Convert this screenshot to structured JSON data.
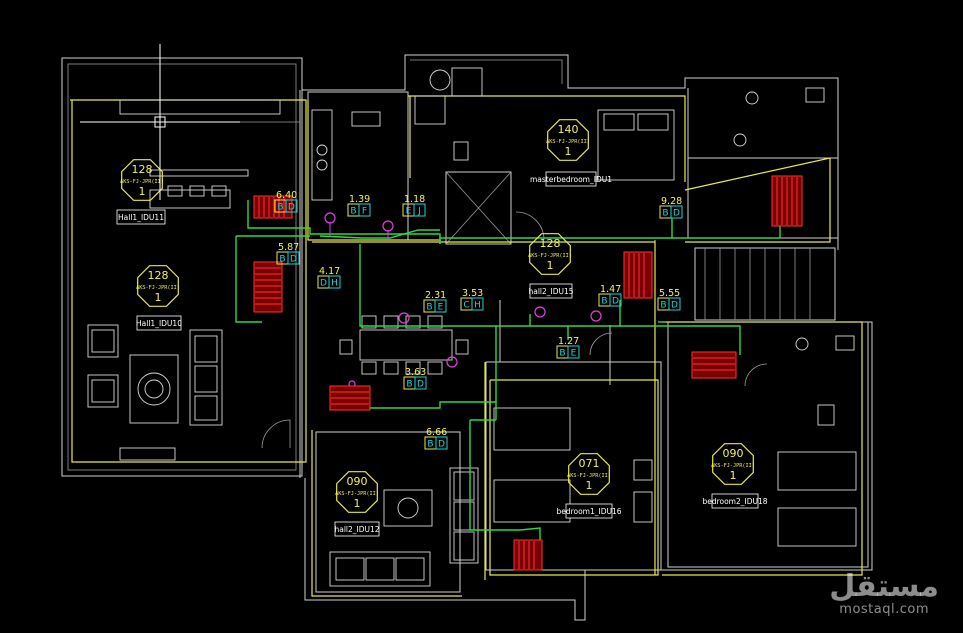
{
  "units": [
    {
      "id": "u1",
      "capacity": "128",
      "ref": "AKS-FJ-JPR(II)",
      "count": "1",
      "label": "Hall1_IDU11"
    },
    {
      "id": "u2",
      "capacity": "128",
      "ref": "AKS-FJ-JPR(II)",
      "count": "1",
      "label": "Hall1_IDU10"
    },
    {
      "id": "u3",
      "capacity": "140",
      "ref": "AKS-FJ-JPR(II)",
      "count": "1",
      "label": "masterbedroom_IDU1"
    },
    {
      "id": "u4",
      "capacity": "128",
      "ref": "AKS-FJ-JPR(II)",
      "count": "1",
      "label": "hall2_IDU15"
    },
    {
      "id": "u5",
      "capacity": "090",
      "ref": "AKS-FJ-JPR(II)",
      "count": "1",
      "label": "hall2_IDU12"
    },
    {
      "id": "u6",
      "capacity": "071",
      "ref": "AKS-FJ-JPR(II)",
      "count": "1",
      "label": "bedroom1_IDU16"
    },
    {
      "id": "u7",
      "capacity": "090",
      "ref": "AKS-FJ-JPR(II)",
      "count": "1",
      "label": "bedroom2_IDU18"
    }
  ],
  "tags": [
    {
      "id": "t1",
      "value": "6.40",
      "left": "B",
      "right": "D"
    },
    {
      "id": "t2",
      "value": "1.39",
      "left": "B",
      "right": "F"
    },
    {
      "id": "t3",
      "value": "1.18",
      "left": "E",
      "right": "J"
    },
    {
      "id": "t4",
      "value": "9.28",
      "left": "B",
      "right": "D"
    },
    {
      "id": "t5",
      "value": "5.87",
      "left": "B",
      "right": "D"
    },
    {
      "id": "t6",
      "value": "4.17",
      "left": "D",
      "right": "H"
    },
    {
      "id": "t7",
      "value": "2.31",
      "left": "B",
      "right": "E"
    },
    {
      "id": "t8",
      "value": "3.53",
      "left": "C",
      "right": "H"
    },
    {
      "id": "t9",
      "value": "1.47",
      "left": "B",
      "right": "D"
    },
    {
      "id": "t10",
      "value": "5.55",
      "left": "B",
      "right": "D"
    },
    {
      "id": "t11",
      "value": "1.27",
      "left": "B",
      "right": "E"
    },
    {
      "id": "t12",
      "value": "3.63",
      "left": "B",
      "right": "D"
    },
    {
      "id": "t13",
      "value": "6.66",
      "left": "B",
      "right": "D"
    }
  ],
  "colors": {
    "wall": "#cfcfcf",
    "zone": "#e8e84a",
    "pipe": "#2fd64a",
    "unit": "#ff3333",
    "tag": "#22d3d3",
    "joint": "#e040e0"
  },
  "watermark": {
    "arabic": "مستقل",
    "latin": "mostaql.com"
  }
}
